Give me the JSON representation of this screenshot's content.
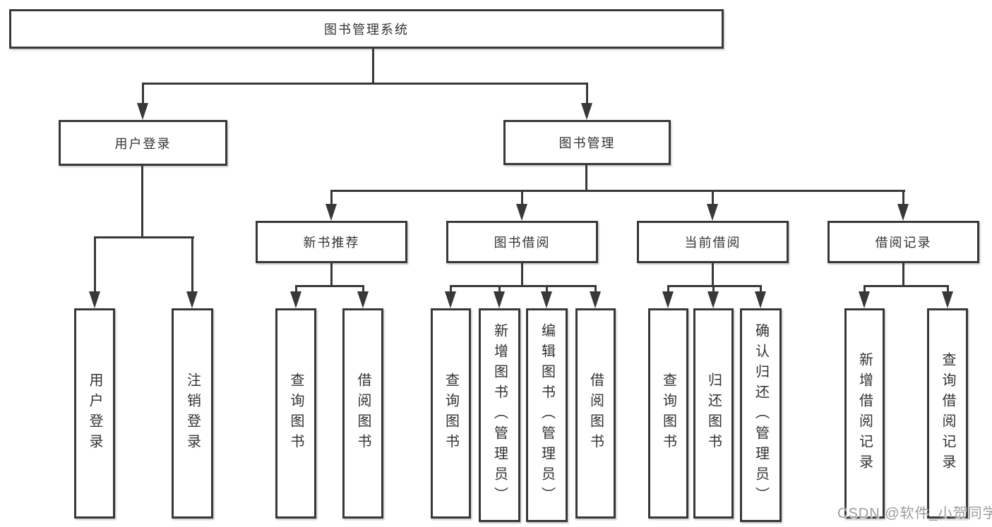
{
  "tree": {
    "root": {
      "label": "图书管理系统"
    },
    "branches": [
      {
        "label": "用户登录",
        "leaves": [
          "用户登录",
          "注销登录"
        ]
      },
      {
        "label": "图书管理",
        "groups": [
          {
            "label": "新书推荐",
            "leaves": [
              "查询图书",
              "借阅图书"
            ]
          },
          {
            "label": "图书借阅",
            "leaves": [
              "查询图书",
              "新增图书（管理员）",
              "编辑图书（管理员）",
              "借阅图书"
            ]
          },
          {
            "label": "当前借阅",
            "leaves": [
              "查询图书",
              "归还图书",
              "确认归还（管理员）"
            ]
          },
          {
            "label": "借阅记录",
            "leaves": [
              "新增借阅记录",
              "查询借阅记录"
            ]
          }
        ]
      }
    ]
  },
  "watermark": {
    "text": "CSDN @软件_小贺同学"
  },
  "colors": {
    "line": "#383838",
    "text": "#333333",
    "background": "#ffffff",
    "watermark": "#9c9c9c"
  }
}
